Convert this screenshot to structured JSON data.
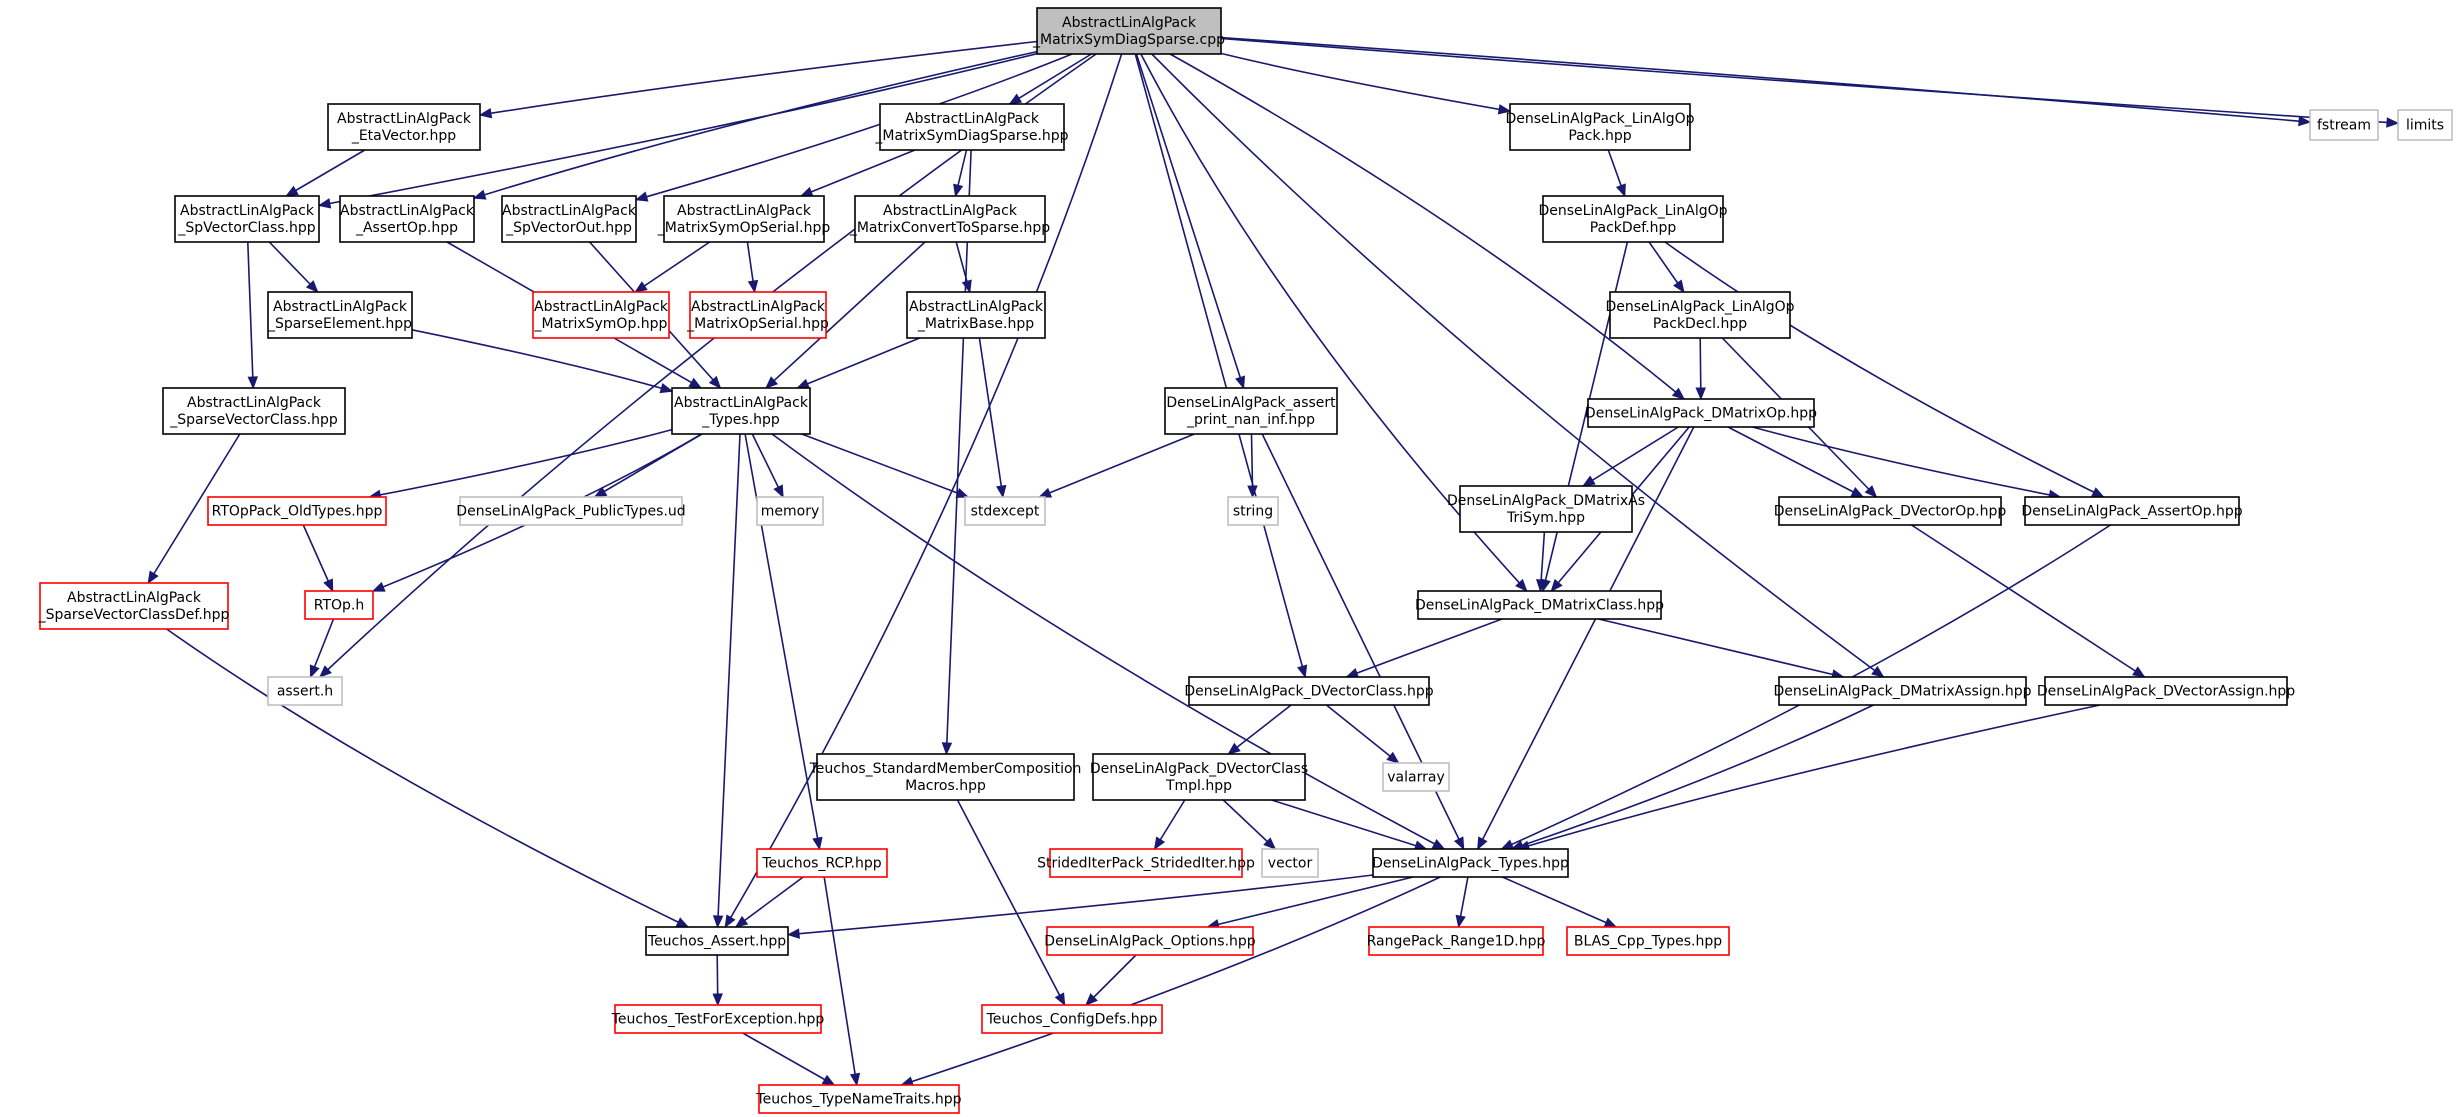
{
  "nodes": [
    {
      "id": "root",
      "lines": [
        "AbstractLinAlgPack",
        "_MatrixSymDiagSparse.cpp"
      ],
      "kind": "root"
    },
    {
      "id": "eta",
      "lines": [
        "AbstractLinAlgPack",
        "_EtaVector.hpp"
      ],
      "kind": "normal"
    },
    {
      "id": "msds_hpp",
      "lines": [
        "AbstractLinAlgPack",
        "_MatrixSymDiagSparse.hpp"
      ],
      "kind": "normal"
    },
    {
      "id": "dla_op",
      "lines": [
        "DenseLinAlgPack_LinAlgOp",
        "Pack.hpp"
      ],
      "kind": "normal"
    },
    {
      "id": "fstream",
      "lines": [
        "fstream"
      ],
      "kind": "gray"
    },
    {
      "id": "limits",
      "lines": [
        "limits"
      ],
      "kind": "gray"
    },
    {
      "id": "spvec",
      "lines": [
        "AbstractLinAlgPack",
        "_SpVectorClass.hpp"
      ],
      "kind": "normal"
    },
    {
      "id": "assertop",
      "lines": [
        "AbstractLinAlgPack",
        "_AssertOp.hpp"
      ],
      "kind": "normal"
    },
    {
      "id": "spvecout",
      "lines": [
        "AbstractLinAlgPack",
        "_SpVectorOut.hpp"
      ],
      "kind": "normal"
    },
    {
      "id": "msymopser",
      "lines": [
        "AbstractLinAlgPack",
        "_MatrixSymOpSerial.hpp"
      ],
      "kind": "normal"
    },
    {
      "id": "mconv",
      "lines": [
        "AbstractLinAlgPack",
        "_MatrixConvertToSparse.hpp"
      ],
      "kind": "normal"
    },
    {
      "id": "dla_opdef",
      "lines": [
        "DenseLinAlgPack_LinAlgOp",
        "PackDef.hpp"
      ],
      "kind": "normal"
    },
    {
      "id": "spelem",
      "lines": [
        "AbstractLinAlgPack",
        "_SparseElement.hpp"
      ],
      "kind": "normal"
    },
    {
      "id": "msymop",
      "lines": [
        "AbstractLinAlgPack",
        "_MatrixSymOp.hpp"
      ],
      "kind": "red"
    },
    {
      "id": "mopser",
      "lines": [
        "AbstractLinAlgPack",
        "_MatrixOpSerial.hpp"
      ],
      "kind": "red"
    },
    {
      "id": "mbase",
      "lines": [
        "AbstractLinAlgPack",
        "_MatrixBase.hpp"
      ],
      "kind": "normal"
    },
    {
      "id": "dla_opdecl",
      "lines": [
        "DenseLinAlgPack_LinAlgOp",
        "PackDecl.hpp"
      ],
      "kind": "normal"
    },
    {
      "id": "spvc",
      "lines": [
        "AbstractLinAlgPack",
        "_SparseVectorClass.hpp"
      ],
      "kind": "normal"
    },
    {
      "id": "types",
      "lines": [
        "AbstractLinAlgPack",
        "_Types.hpp"
      ],
      "kind": "normal"
    },
    {
      "id": "assert_nan",
      "lines": [
        "DenseLinAlgPack_assert",
        "_print_nan_inf.hpp"
      ],
      "kind": "normal"
    },
    {
      "id": "dmatop",
      "lines": [
        "DenseLinAlgPack_DMatrixOp.hpp"
      ],
      "kind": "normal"
    },
    {
      "id": "rtop_old",
      "lines": [
        "RTOpPack_OldTypes.hpp"
      ],
      "kind": "red"
    },
    {
      "id": "pubtypes",
      "lines": [
        "DenseLinAlgPack_PublicTypes.ud"
      ],
      "kind": "gray"
    },
    {
      "id": "memory",
      "lines": [
        "memory"
      ],
      "kind": "gray"
    },
    {
      "id": "stdexcept",
      "lines": [
        "stdexcept"
      ],
      "kind": "gray"
    },
    {
      "id": "string",
      "lines": [
        "string"
      ],
      "kind": "gray"
    },
    {
      "id": "dmas",
      "lines": [
        "DenseLinAlgPack_DMatrixAs",
        "TriSym.hpp"
      ],
      "kind": "normal"
    },
    {
      "id": "dvecop",
      "lines": [
        "DenseLinAlgPack_DVectorOp.hpp"
      ],
      "kind": "normal"
    },
    {
      "id": "dla_assertop",
      "lines": [
        "DenseLinAlgPack_AssertOp.hpp"
      ],
      "kind": "normal"
    },
    {
      "id": "spvcdef",
      "lines": [
        "AbstractLinAlgPack",
        "_SparseVectorClassDef.hpp"
      ],
      "kind": "red"
    },
    {
      "id": "rtoph",
      "lines": [
        "RTOp.h"
      ],
      "kind": "red"
    },
    {
      "id": "dmatclass",
      "lines": [
        "DenseLinAlgPack_DMatrixClass.hpp"
      ],
      "kind": "normal"
    },
    {
      "id": "asserth",
      "lines": [
        "assert.h"
      ],
      "kind": "gray"
    },
    {
      "id": "dvecclass",
      "lines": [
        "DenseLinAlgPack_DVectorClass.hpp"
      ],
      "kind": "normal"
    },
    {
      "id": "dmatassign",
      "lines": [
        "DenseLinAlgPack_DMatrixAssign.hpp"
      ],
      "kind": "normal"
    },
    {
      "id": "dvecassign",
      "lines": [
        "DenseLinAlgPack_DVectorAssign.hpp"
      ],
      "kind": "normal"
    },
    {
      "id": "valarray",
      "lines": [
        "valarray"
      ],
      "kind": "gray"
    },
    {
      "id": "teuchos_smcm",
      "lines": [
        "Teuchos_StandardMemberComposition",
        "Macros.hpp"
      ],
      "kind": "normal"
    },
    {
      "id": "dvct",
      "lines": [
        "DenseLinAlgPack_DVectorClass",
        "Tmpl.hpp"
      ],
      "kind": "normal"
    },
    {
      "id": "teuchos_rcp",
      "lines": [
        "Teuchos_RCP.hpp"
      ],
      "kind": "red"
    },
    {
      "id": "strided",
      "lines": [
        "StridedIterPack_StridedIter.hpp"
      ],
      "kind": "red"
    },
    {
      "id": "vector",
      "lines": [
        "vector"
      ],
      "kind": "gray"
    },
    {
      "id": "dla_types",
      "lines": [
        "DenseLinAlgPack_Types.hpp"
      ],
      "kind": "normal"
    },
    {
      "id": "teuchos_assert",
      "lines": [
        "Teuchos_Assert.hpp"
      ],
      "kind": "normal"
    },
    {
      "id": "dla_options",
      "lines": [
        "DenseLinAlgPack_Options.hpp"
      ],
      "kind": "red"
    },
    {
      "id": "range1d",
      "lines": [
        "RangePack_Range1D.hpp"
      ],
      "kind": "red"
    },
    {
      "id": "blas",
      "lines": [
        "BLAS_Cpp_Types.hpp"
      ],
      "kind": "red"
    },
    {
      "id": "teuchos_tfe",
      "lines": [
        "Teuchos_TestForException.hpp"
      ],
      "kind": "red"
    },
    {
      "id": "teuchos_config",
      "lines": [
        "Teuchos_ConfigDefs.hpp"
      ],
      "kind": "red"
    },
    {
      "id": "teuchos_tnt",
      "lines": [
        "Teuchos_TypeNameTraits.hpp"
      ],
      "kind": "red"
    }
  ],
  "edges": [
    [
      "root",
      "eta"
    ],
    [
      "root",
      "msds_hpp"
    ],
    [
      "root",
      "dla_op"
    ],
    [
      "root",
      "fstream"
    ],
    [
      "root",
      "limits"
    ],
    [
      "root",
      "spvec"
    ],
    [
      "root",
      "assertop"
    ],
    [
      "root",
      "spvecout"
    ],
    [
      "root",
      "asserth"
    ],
    [
      "root",
      "teuchos_assert"
    ],
    [
      "root",
      "assert_nan"
    ],
    [
      "root",
      "dvecclass"
    ],
    [
      "root",
      "dmatclass"
    ],
    [
      "root",
      "dmatop"
    ],
    [
      "root",
      "dmatassign"
    ],
    [
      "eta",
      "spvec"
    ],
    [
      "msds_hpp",
      "msymopser"
    ],
    [
      "msds_hpp",
      "mconv"
    ],
    [
      "msds_hpp",
      "teuchos_smcm"
    ],
    [
      "dla_op",
      "dla_opdef"
    ],
    [
      "spvec",
      "spelem"
    ],
    [
      "spvec",
      "spvc"
    ],
    [
      "assertop",
      "types"
    ],
    [
      "spvecout",
      "types"
    ],
    [
      "msymopser",
      "msymop"
    ],
    [
      "msymopser",
      "mopser"
    ],
    [
      "mconv",
      "types"
    ],
    [
      "mconv",
      "mbase"
    ],
    [
      "dla_opdef",
      "dla_opdecl"
    ],
    [
      "dla_opdef",
      "dmatclass"
    ],
    [
      "dla_opdef",
      "dla_assertop"
    ],
    [
      "spelem",
      "types"
    ],
    [
      "mbase",
      "types"
    ],
    [
      "mbase",
      "stdexcept"
    ],
    [
      "dla_opdecl",
      "dmatop"
    ],
    [
      "dla_opdecl",
      "dvecop"
    ],
    [
      "spvc",
      "spvcdef"
    ],
    [
      "types",
      "rtop_old"
    ],
    [
      "types",
      "pubtypes"
    ],
    [
      "types",
      "memory"
    ],
    [
      "types",
      "stdexcept"
    ],
    [
      "types",
      "rtoph"
    ],
    [
      "types",
      "teuchos_assert"
    ],
    [
      "types",
      "teuchos_rcp"
    ],
    [
      "types",
      "dla_types"
    ],
    [
      "assert_nan",
      "stdexcept"
    ],
    [
      "assert_nan",
      "string"
    ],
    [
      "assert_nan",
      "dla_types"
    ],
    [
      "dmatop",
      "dmas"
    ],
    [
      "dmatop",
      "dvecop"
    ],
    [
      "dmatop",
      "dla_assertop"
    ],
    [
      "dmatop",
      "dmatclass"
    ],
    [
      "dmatop",
      "dla_types"
    ],
    [
      "rtop_old",
      "rtoph"
    ],
    [
      "rtoph",
      "asserth"
    ],
    [
      "dmas",
      "dmatclass"
    ],
    [
      "dvecop",
      "dvecassign"
    ],
    [
      "dla_assertop",
      "dla_types"
    ],
    [
      "spvcdef",
      "teuchos_assert"
    ],
    [
      "dmatclass",
      "dvecclass"
    ],
    [
      "dmatclass",
      "dmatassign"
    ],
    [
      "dvecclass",
      "dvct"
    ],
    [
      "dvecclass",
      "valarray"
    ],
    [
      "dmatassign",
      "dla_types"
    ],
    [
      "dvecassign",
      "dla_types"
    ],
    [
      "teuchos_smcm",
      "teuchos_config"
    ],
    [
      "dvct",
      "strided"
    ],
    [
      "dvct",
      "vector"
    ],
    [
      "dvct",
      "dla_types"
    ],
    [
      "teuchos_rcp",
      "teuchos_assert"
    ],
    [
      "teuchos_rcp",
      "teuchos_tnt"
    ],
    [
      "dla_types",
      "teuchos_assert"
    ],
    [
      "dla_types",
      "dla_options"
    ],
    [
      "dla_types",
      "range1d"
    ],
    [
      "dla_types",
      "blas"
    ],
    [
      "dla_types",
      "teuchos_tnt"
    ],
    [
      "dla_options",
      "teuchos_config"
    ],
    [
      "teuchos_assert",
      "teuchos_tfe"
    ],
    [
      "teuchos_tfe",
      "teuchos_tnt"
    ]
  ],
  "colors": {
    "edge": "#191970",
    "node_border": "#000000",
    "node_border_incomplete": "#ff0000",
    "node_border_system": "#bfbfbf",
    "root_fill": "#bfbfbf",
    "background": "#ffffff"
  }
}
